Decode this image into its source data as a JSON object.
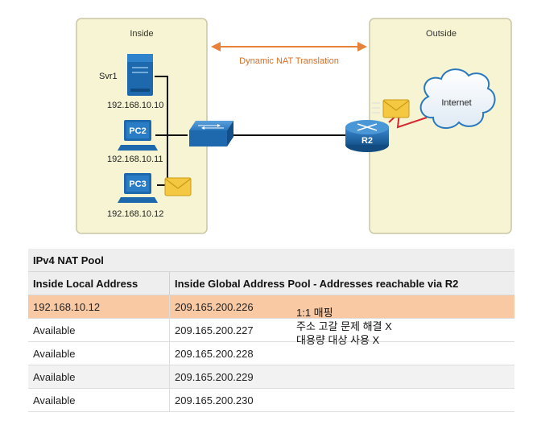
{
  "diagram": {
    "inside_label": "Inside",
    "outside_label": "Outside",
    "nat_label": "Dynamic NAT Translation",
    "svr1_label": "Svr1",
    "svr1_ip": "192.168.10.10",
    "pc2_label": "PC2",
    "pc2_ip": "192.168.10.11",
    "pc3_label": "PC3",
    "pc3_ip": "192.168.10.12",
    "router_label": "R2",
    "cloud_label": "Internet",
    "colors": {
      "zone_fill": "#f6f4d2",
      "arrow": "#e8823a",
      "device_blue": "#1f6fb6",
      "envelope": "#f5c842"
    }
  },
  "nat_table": {
    "title": "IPv4 NAT Pool",
    "headers": [
      "Inside Local Address",
      "Inside Global Address Pool - Addresses reachable via R2"
    ],
    "rows": [
      [
        "192.168.10.12",
        "209.165.200.226"
      ],
      [
        "Available",
        "209.165.200.227"
      ],
      [
        "Available",
        "209.165.200.228"
      ],
      [
        "Available",
        "209.165.200.229"
      ],
      [
        "Available",
        "209.165.200.230"
      ]
    ],
    "highlight_color": "#f9c9a4"
  },
  "note": {
    "lines": [
      "1:1 매핑",
      "주소 고갈 문제 해결 X",
      "대용량 대상 사용 X"
    ]
  }
}
